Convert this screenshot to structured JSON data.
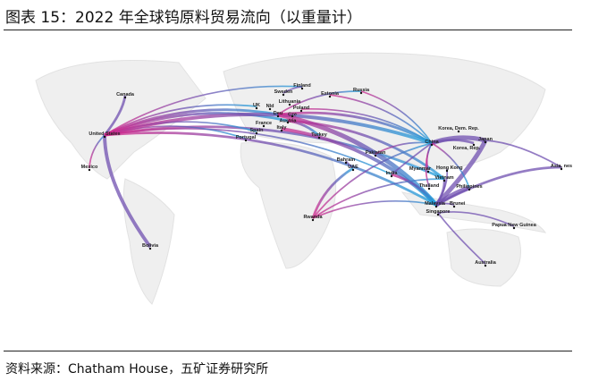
{
  "title": "图表 15：2022 年全球钨原料贸易流向（以重量计）",
  "source": "资料来源：Chatham House，五矿证券研究所",
  "colors": {
    "blue": "#1aa0dc",
    "magenta": "#d4288c",
    "purple": "#7050b0",
    "land": "#eeeeee"
  },
  "countries": [
    "Canada",
    "United States",
    "Mexico",
    "Bolivia",
    "Finland",
    "Sweden",
    "Estonia",
    "Russia",
    "Lithuania",
    "UK",
    "Nld",
    "Poland",
    "Deu",
    "Cze",
    "Austria",
    "France",
    "Italy",
    "Spain",
    "Portugal",
    "Turkey",
    "Pakistan",
    "Bahrain",
    "UAE",
    "India",
    "China",
    "Korea, Dem. Rep.",
    "Korea, Rep.",
    "Japan",
    "Myanmar",
    "Hong Kong",
    "Vietnam",
    "Thailand",
    "Philippines",
    "Malaysia",
    "Brunei",
    "Singapore",
    "Papua New Guinea",
    "Australia",
    "Asia, nes",
    "Rwanda"
  ],
  "flows": [
    [
      "Canada",
      "United States",
      2
    ],
    [
      "Mexico",
      "United States",
      1
    ],
    [
      "Bolivia",
      "United States",
      3
    ],
    [
      "United States",
      "Finland",
      1
    ],
    [
      "United States",
      "UK",
      1
    ],
    [
      "United States",
      "Deu",
      2
    ],
    [
      "United States",
      "Austria",
      2
    ],
    [
      "United States",
      "China",
      3
    ],
    [
      "United States",
      "Vietnam",
      2
    ],
    [
      "United States",
      "India",
      1
    ],
    [
      "United States",
      "Spain",
      1
    ],
    [
      "United States",
      "Portugal",
      1
    ],
    [
      "United States",
      "Malaysia",
      2
    ],
    [
      "Finland",
      "Sweden",
      1
    ],
    [
      "Deu",
      "China",
      2
    ],
    [
      "Austria",
      "Vietnam",
      2
    ],
    [
      "Austria",
      "Turkey",
      2
    ],
    [
      "Deu",
      "Russia",
      1
    ],
    [
      "Poland",
      "China",
      1
    ],
    [
      "Deu",
      "Malaysia",
      4
    ],
    [
      "Italy",
      "Malaysia",
      3
    ],
    [
      "Pakistan",
      "China",
      1
    ],
    [
      "India",
      "Malaysia",
      2
    ],
    [
      "UAE",
      "Bahrain",
      1
    ],
    [
      "Rwanda",
      "UAE",
      2
    ],
    [
      "Rwanda",
      "China",
      1
    ],
    [
      "Rwanda",
      "Vietnam",
      1
    ],
    [
      "Rwanda",
      "Malaysia",
      1
    ],
    [
      "Japan",
      "China",
      4
    ],
    [
      "Korea, Rep.",
      "China",
      2
    ],
    [
      "Japan",
      "Malaysia",
      4
    ],
    [
      "Philippines",
      "Malaysia",
      4
    ],
    [
      "Asia, nes",
      "Japan",
      1
    ],
    [
      "Asia, nes",
      "Malaysia",
      2
    ],
    [
      "Hong Kong",
      "Malaysia",
      1
    ],
    [
      "Vietnam",
      "Malaysia",
      2
    ],
    [
      "Myanmar",
      "China",
      1
    ],
    [
      "Thailand",
      "China",
      1
    ],
    [
      "Papua New Guinea",
      "Singapore",
      1
    ],
    [
      "Australia",
      "Singapore",
      1
    ],
    [
      "Brunei",
      "Malaysia",
      1
    ],
    [
      "China",
      "Philippines",
      1
    ],
    [
      "China",
      "India",
      1
    ],
    [
      "Russia",
      "China",
      1
    ],
    [
      "Estonia",
      "China",
      1
    ]
  ]
}
